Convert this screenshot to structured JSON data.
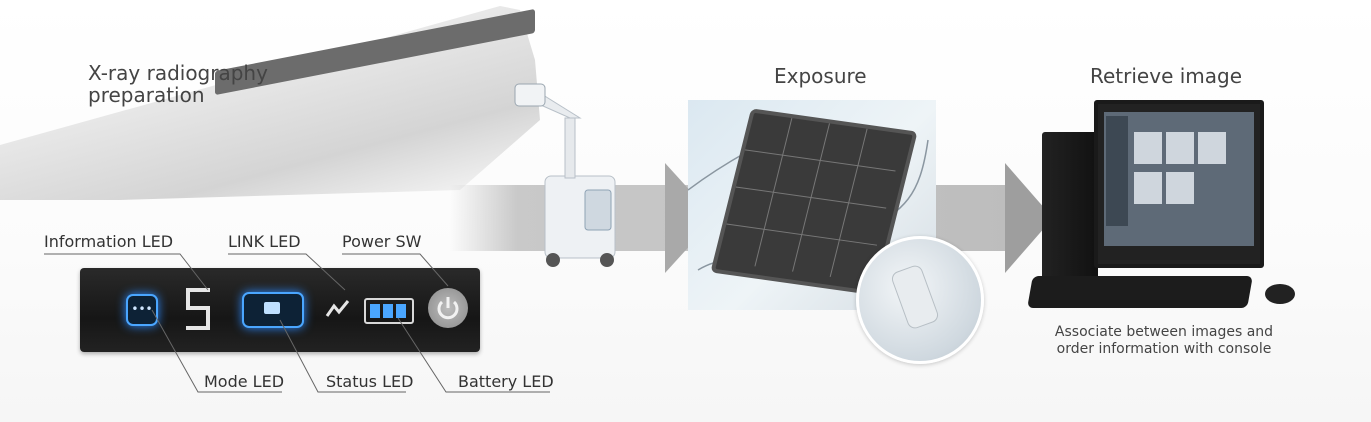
{
  "steps": {
    "preparation": {
      "title_line1": "X-ray radiography",
      "title_line2": "preparation"
    },
    "exposure": {
      "title": "Exposure"
    },
    "retrieve": {
      "title": "Retrieve image",
      "caption_line1": "Associate between images and",
      "caption_line2": "order information with console"
    }
  },
  "leds": {
    "information": "Information LED",
    "link": "LINK LED",
    "power": "Power SW",
    "mode": "Mode LED",
    "status": "Status LED",
    "battery": "Battery LED"
  },
  "colors": {
    "led_glow": "#4aa6ff",
    "arrow": "#9e9e9e",
    "strip": "#1c1c1c"
  },
  "icons": {
    "mode": "dots-icon",
    "status": "monitor-icon",
    "link": "link-wave-icon",
    "battery": "battery-icon",
    "power": "power-icon"
  }
}
